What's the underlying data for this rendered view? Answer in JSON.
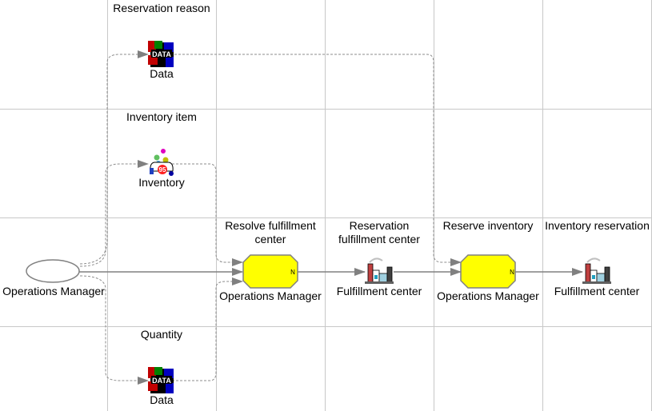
{
  "nodes": {
    "start_event": {
      "label": "Operations Manager"
    },
    "data_reservation_reason": {
      "title": "Reservation reason",
      "label": "Data",
      "icon": "data-icon"
    },
    "inventory_item": {
      "title": "Inventory item",
      "label": "Inventory",
      "icon": "inventory-icon"
    },
    "data_quantity": {
      "title": "Quantity",
      "label": "Data",
      "icon": "data-icon"
    },
    "activity_resolve": {
      "title": "Resolve fulfillment center",
      "label": "Operations Manager",
      "marker": "N"
    },
    "fc_reservation": {
      "title": "Reservation fulfillment center",
      "label": "Fulfillment center",
      "icon": "factory-icon"
    },
    "activity_reserve": {
      "title": "Reserve inventory",
      "label": "Operations Manager",
      "marker": "N"
    },
    "inventory_reservation": {
      "title": "Inventory reservation",
      "label": "Fulfillment center",
      "icon": "factory-icon"
    }
  },
  "colors": {
    "grid": "#c8c8c8",
    "activity_fill": "#ffff00",
    "flow": "#808080",
    "data_flow": "#8c8c8c"
  }
}
